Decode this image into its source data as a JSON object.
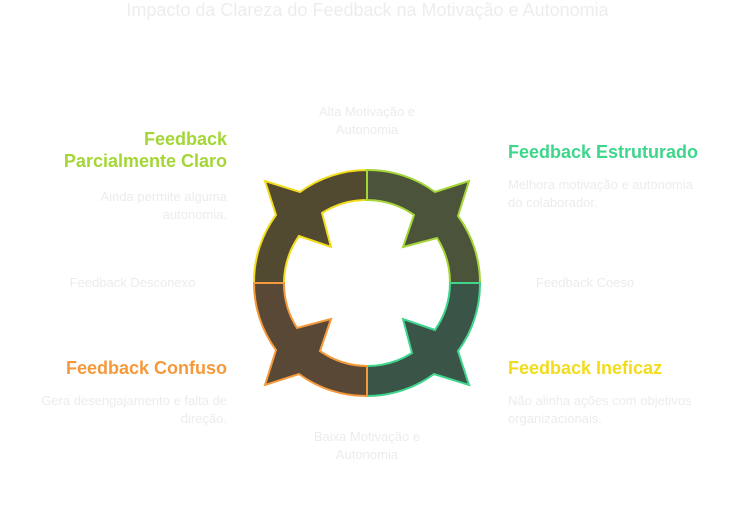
{
  "title": "Impacto da Clareza do Feedback na Motivação e Autonomia",
  "axes": {
    "top": "Alta Motivação e Autonomia",
    "bottom": "Baixa Motivação e Autonomia",
    "left": "Feedback Desconexo",
    "right": "Feedback Coeso"
  },
  "quadrants": [
    {
      "title": "Feedback Parcialmente Claro",
      "desc": "Ainda permite alguma autonomia.",
      "color": "#a3d636",
      "fill": "#524a30",
      "stroke": "#f2dc1c"
    },
    {
      "title": "Feedback Estruturado",
      "desc": "Melhora motivação e autonomia do colaborador.",
      "color": "#3fd68c",
      "fill": "#4b533a",
      "stroke": "#a3d636"
    },
    {
      "title": "Feedback Ineficaz",
      "desc": "Não alinha ações com objetivos organizacionais.",
      "color": "#f2dc1c",
      "fill": "#3a5548",
      "stroke": "#3fd68c"
    },
    {
      "title": "Feedback Confuso",
      "desc": "Gera desengajamento e falta de direção.",
      "color": "#f59a3c",
      "fill": "#5a4836",
      "stroke": "#f59a3c"
    }
  ]
}
